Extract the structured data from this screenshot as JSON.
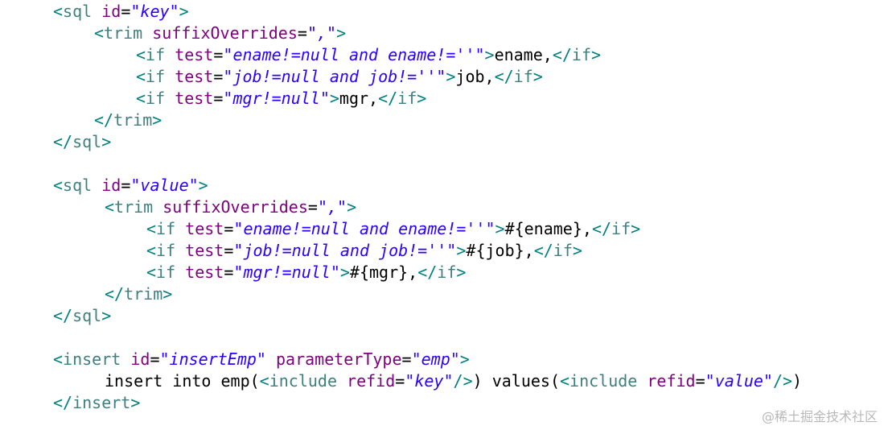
{
  "code": {
    "lines": [
      {
        "indent": 66,
        "tokens": [
          [
            "b",
            "<"
          ],
          [
            "t",
            "sql"
          ],
          [
            "x",
            " "
          ],
          [
            "a",
            "id"
          ],
          [
            "e",
            "="
          ],
          [
            "v",
            "\"key\""
          ],
          [
            "b",
            ">"
          ]
        ]
      },
      {
        "indent": 117,
        "tokens": [
          [
            "b",
            "<"
          ],
          [
            "t",
            "trim"
          ],
          [
            "x",
            " "
          ],
          [
            "a",
            "suffixOverrides"
          ],
          [
            "e",
            "="
          ],
          [
            "v",
            "\",\""
          ],
          [
            "b",
            ">"
          ]
        ]
      },
      {
        "indent": 169,
        "tokens": [
          [
            "b",
            "<"
          ],
          [
            "t",
            "if"
          ],
          [
            "x",
            " "
          ],
          [
            "a",
            "test"
          ],
          [
            "e",
            "="
          ],
          [
            "v",
            "\"ename!=null and ename!=''\""
          ],
          [
            "b",
            ">"
          ],
          [
            "x",
            "ename,"
          ],
          [
            "b",
            "</"
          ],
          [
            "t",
            "if"
          ],
          [
            "b",
            ">"
          ]
        ]
      },
      {
        "indent": 169,
        "tokens": [
          [
            "b",
            "<"
          ],
          [
            "t",
            "if"
          ],
          [
            "x",
            " "
          ],
          [
            "a",
            "test"
          ],
          [
            "e",
            "="
          ],
          [
            "v",
            "\"job!=null and job!=''\""
          ],
          [
            "b",
            ">"
          ],
          [
            "x",
            "job,"
          ],
          [
            "b",
            "</"
          ],
          [
            "t",
            "if"
          ],
          [
            "b",
            ">"
          ]
        ]
      },
      {
        "indent": 169,
        "tokens": [
          [
            "b",
            "<"
          ],
          [
            "t",
            "if"
          ],
          [
            "x",
            " "
          ],
          [
            "a",
            "test"
          ],
          [
            "e",
            "="
          ],
          [
            "v",
            "\"mgr!=null\""
          ],
          [
            "b",
            ">"
          ],
          [
            "x",
            "mgr,"
          ],
          [
            "b",
            "</"
          ],
          [
            "t",
            "if"
          ],
          [
            "b",
            ">"
          ]
        ]
      },
      {
        "indent": 117,
        "tokens": [
          [
            "b",
            "</"
          ],
          [
            "t",
            "trim"
          ],
          [
            "b",
            ">"
          ]
        ]
      },
      {
        "indent": 66,
        "tokens": [
          [
            "b",
            "</"
          ],
          [
            "t",
            "sql"
          ],
          [
            "b",
            ">"
          ]
        ]
      },
      {
        "indent": 0,
        "tokens": []
      },
      {
        "indent": 66,
        "tokens": [
          [
            "b",
            "<"
          ],
          [
            "t",
            "sql"
          ],
          [
            "x",
            " "
          ],
          [
            "a",
            "id"
          ],
          [
            "e",
            "="
          ],
          [
            "v",
            "\"value\""
          ],
          [
            "b",
            ">"
          ]
        ]
      },
      {
        "indent": 130,
        "tokens": [
          [
            "b",
            "<"
          ],
          [
            "t",
            "trim"
          ],
          [
            "x",
            " "
          ],
          [
            "a",
            "suffixOverrides"
          ],
          [
            "e",
            "="
          ],
          [
            "v",
            "\",\""
          ],
          [
            "b",
            ">"
          ]
        ]
      },
      {
        "indent": 182,
        "tokens": [
          [
            "b",
            "<"
          ],
          [
            "t",
            "if"
          ],
          [
            "x",
            " "
          ],
          [
            "a",
            "test"
          ],
          [
            "e",
            "="
          ],
          [
            "v",
            "\"ename!=null and ename!=''\""
          ],
          [
            "b",
            ">"
          ],
          [
            "x",
            "#{ename},"
          ],
          [
            "b",
            "</"
          ],
          [
            "t",
            "if"
          ],
          [
            "b",
            ">"
          ]
        ]
      },
      {
        "indent": 182,
        "tokens": [
          [
            "b",
            "<"
          ],
          [
            "t",
            "if"
          ],
          [
            "x",
            " "
          ],
          [
            "a",
            "test"
          ],
          [
            "e",
            "="
          ],
          [
            "v",
            "\"job!=null and job!=''\""
          ],
          [
            "b",
            ">"
          ],
          [
            "x",
            "#{job},"
          ],
          [
            "b",
            "</"
          ],
          [
            "t",
            "if"
          ],
          [
            "b",
            ">"
          ]
        ]
      },
      {
        "indent": 182,
        "tokens": [
          [
            "b",
            "<"
          ],
          [
            "t",
            "if"
          ],
          [
            "x",
            " "
          ],
          [
            "a",
            "test"
          ],
          [
            "e",
            "="
          ],
          [
            "v",
            "\"mgr!=null\""
          ],
          [
            "b",
            ">"
          ],
          [
            "x",
            "#{mgr},"
          ],
          [
            "b",
            "</"
          ],
          [
            "t",
            "if"
          ],
          [
            "b",
            ">"
          ]
        ]
      },
      {
        "indent": 130,
        "tokens": [
          [
            "b",
            "</"
          ],
          [
            "t",
            "trim"
          ],
          [
            "b",
            ">"
          ]
        ]
      },
      {
        "indent": 66,
        "tokens": [
          [
            "b",
            "</"
          ],
          [
            "t",
            "sql"
          ],
          [
            "b",
            ">"
          ]
        ]
      },
      {
        "indent": 0,
        "tokens": []
      },
      {
        "indent": 66,
        "tokens": [
          [
            "b",
            "<"
          ],
          [
            "t",
            "insert"
          ],
          [
            "x",
            " "
          ],
          [
            "a",
            "id"
          ],
          [
            "e",
            "="
          ],
          [
            "v",
            "\"insertEmp\""
          ],
          [
            "x",
            " "
          ],
          [
            "a",
            "parameterType"
          ],
          [
            "e",
            "="
          ],
          [
            "v",
            "\"emp\""
          ],
          [
            "b",
            ">"
          ]
        ]
      },
      {
        "indent": 130,
        "tokens": [
          [
            "x",
            "insert into emp("
          ],
          [
            "b",
            "<"
          ],
          [
            "t",
            "include"
          ],
          [
            "x",
            " "
          ],
          [
            "a",
            "refid"
          ],
          [
            "e",
            "="
          ],
          [
            "v",
            "\"key\""
          ],
          [
            "b",
            "/>"
          ],
          [
            "x",
            ") values("
          ],
          [
            "b",
            "<"
          ],
          [
            "t",
            "include"
          ],
          [
            "x",
            " "
          ],
          [
            "a",
            "refid"
          ],
          [
            "e",
            "="
          ],
          [
            "v",
            "\"value\""
          ],
          [
            "b",
            "/>"
          ],
          [
            "x",
            ")"
          ]
        ]
      },
      {
        "indent": 66,
        "tokens": [
          [
            "b",
            "</"
          ],
          [
            "t",
            "insert"
          ],
          [
            "b",
            ">"
          ]
        ]
      }
    ]
  },
  "watermark": {
    "text": "@稀土掘金技术社区"
  },
  "colors": {
    "bracket": "#008080",
    "tag": "#3f7f7f",
    "attribute": "#7f007f",
    "value": "#2a00ff",
    "text": "#000000",
    "background": "#ffffff"
  }
}
